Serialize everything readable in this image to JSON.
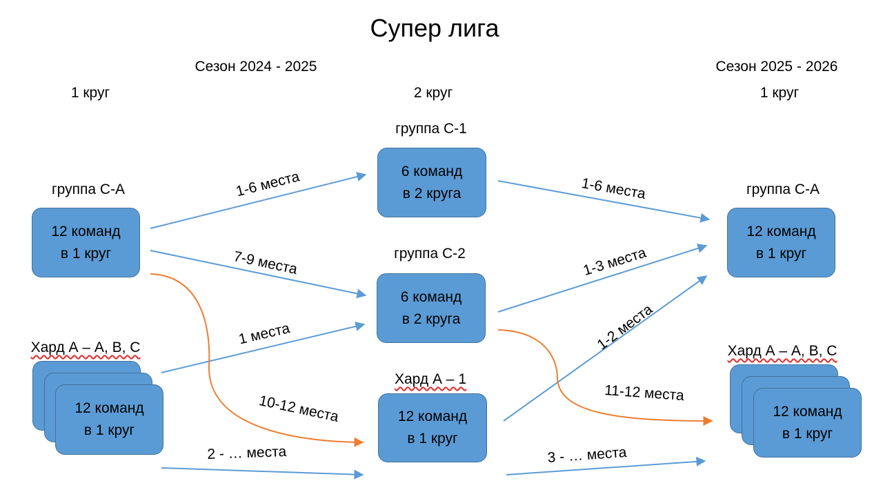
{
  "title": "Супер лига",
  "season_left": "Сезон 2024 - 2025",
  "season_right": "Сезон 2025 - 2026",
  "round_left": "1 круг",
  "round_middle": "2 круг",
  "round_right": "1 круг",
  "groups": {
    "ca_left": {
      "label": "группа С-А",
      "line1": "12 команд",
      "line2": "в 1 круг"
    },
    "hard_left": {
      "label": "Хард А – А, В, С",
      "line1": "12 команд",
      "line2": "в 1 круг"
    },
    "c1": {
      "label": "группа С-1",
      "line1": "6 команд",
      "line2": "в 2 круга"
    },
    "c2": {
      "label": "группа С-2",
      "line1": "6 команд",
      "line2": "в 2 круга"
    },
    "hard1": {
      "label": "Хард А – 1",
      "line1": "12 команд",
      "line2": "в 1 круг"
    },
    "ca_right": {
      "label": "группа С-А",
      "line1": "12 команд",
      "line2": "в 1 круг"
    },
    "hard_right": {
      "label": "Хард А – А, В, С",
      "line1": "12 команд",
      "line2": "в 1 круг"
    }
  },
  "arrow_labels": {
    "a1": "1-6 места",
    "a2": "7-9 места",
    "a3": "1 места",
    "a4": "10-12 места",
    "a5": "2 - … места",
    "a6": "1-6 места",
    "a7": "1-3 места",
    "a8": "1-2 места",
    "a9": "11-12 места",
    "a10": "3 - … места"
  },
  "colors": {
    "box_fill": "#5b9bd5",
    "box_border": "#41719c",
    "arrow_blue": "#5b9bd5",
    "arrow_orange": "#ed7d31"
  }
}
